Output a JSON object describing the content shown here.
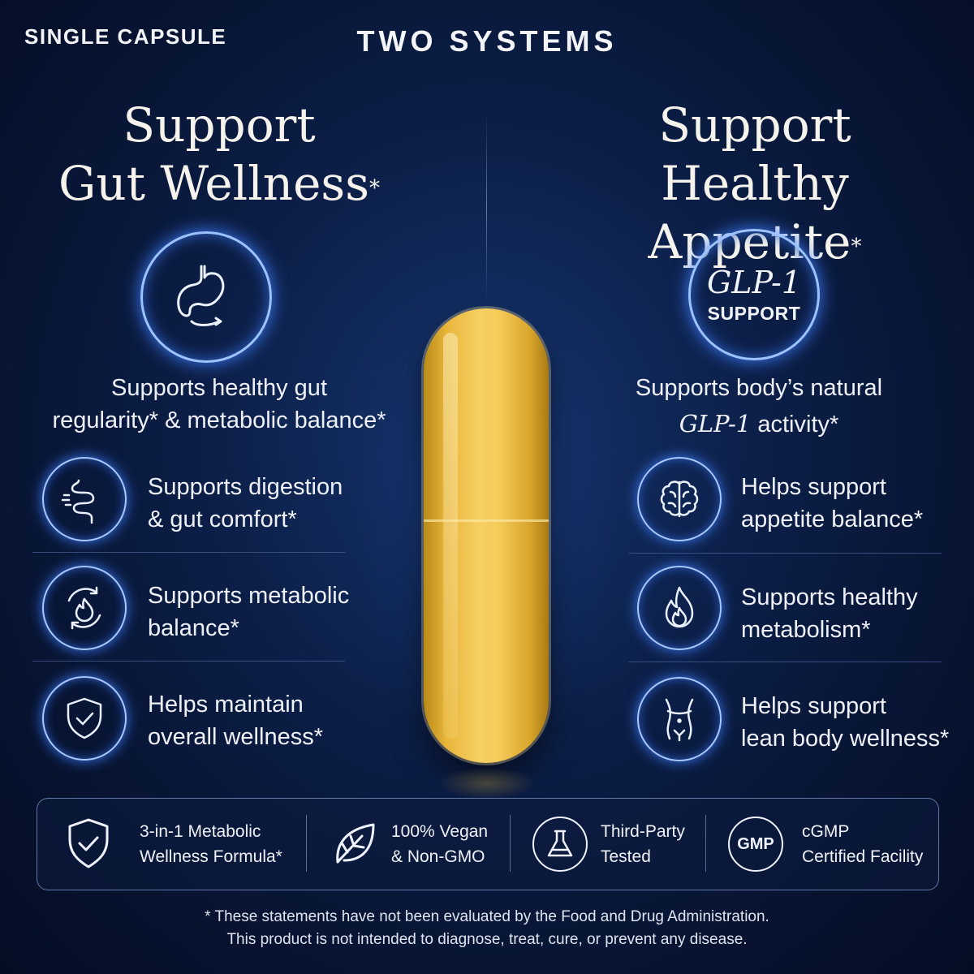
{
  "header": {
    "top_left": "SINGLE CAPSULE",
    "title": "TWO SYSTEMS"
  },
  "left": {
    "headline_line1": "Support",
    "headline_line2": "Gut Wellness",
    "headline_mark": "*",
    "main_icon": "stomach-icon",
    "subtitle_line1": "Supports healthy gut",
    "subtitle_line2": "regularity* & metabolic balance*",
    "features": [
      {
        "icon": "intestine-icon",
        "line1": "Supports digestion",
        "line2": "& gut comfort*"
      },
      {
        "icon": "metabolic-cycle-icon",
        "line1": "Supports metabolic",
        "line2": "balance*"
      },
      {
        "icon": "shield-check-icon",
        "line1": "Helps maintain",
        "line2": "overall wellness*"
      }
    ]
  },
  "right": {
    "headline_line1": "Support",
    "headline_line2": "Healthy Appetite",
    "headline_mark": "*",
    "main_badge_script": "GLP-1",
    "main_badge_label": "SUPPORT",
    "subtitle_line1": "Supports body’s natural",
    "subtitle_glp": "GLP-1",
    "subtitle_line2_rest": " activity*",
    "features": [
      {
        "icon": "brain-icon",
        "line1": "Helps support",
        "line2": "appetite balance*"
      },
      {
        "icon": "flame-icon",
        "line1": "Supports healthy",
        "line2": "metabolism*"
      },
      {
        "icon": "waist-icon",
        "line1": "Helps support",
        "line2": "lean body wellness*"
      }
    ]
  },
  "badges": [
    {
      "icon": "shield-check-icon",
      "line1": "3-in-1 Metabolic",
      "line2": "Wellness Formula*"
    },
    {
      "icon": "leaf-icon",
      "line1": "100% Vegan",
      "line2": "& Non-GMO"
    },
    {
      "icon": "flask-icon",
      "line1": "Third-Party",
      "line2": "Tested"
    },
    {
      "icon": "gmp-icon",
      "icon_text": "GMP",
      "line1": "cGMP",
      "line2": "Certified Facility"
    }
  ],
  "disclaimer": {
    "line1": "* These statements have not been evaluated by the Food and Drug Administration.",
    "line2": "This product is not intended to diagnose, treat, cure, or prevent any disease."
  },
  "colors": {
    "background": "#0c1f48",
    "glow": "#3f7fff",
    "capsule": "#f5cb58"
  }
}
